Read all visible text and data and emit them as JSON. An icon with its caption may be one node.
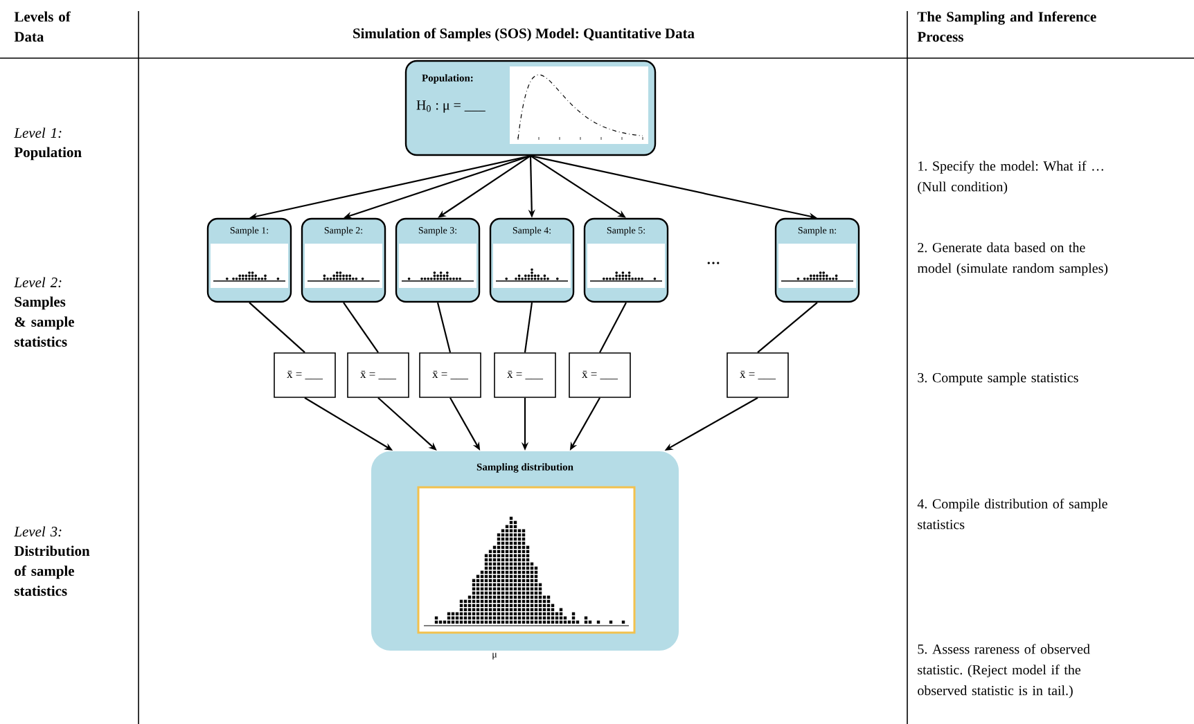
{
  "diagram": {
    "title": "Simulation of Samples (SOS) Model: Quantitative Data",
    "nodes": [
      {
        "text": [
          "Population:",
          "H$_{0}$ : μ = ___"
        ]
      },
      {
        "text": [
          "Sample 1:"
        ]
      },
      {
        "text": [
          "Sample 2:"
        ]
      },
      {
        "text": [
          "Sample 3:"
        ]
      },
      {
        "text": [
          "Sample 4:"
        ]
      },
      {
        "text": [
          "Sample 5:"
        ]
      },
      {
        "text": [
          "Sample n:"
        ]
      },
      {
        "text": [
          "x̄ = ___"
        ]
      },
      {
        "text": [
          "x̄ = ___"
        ]
      },
      {
        "text": [
          "x̄ = ___"
        ]
      },
      {
        "text": [
          "x̄ = ___"
        ]
      },
      {
        "text": [
          "x̄ = ___"
        ]
      },
      {
        "text": [
          "x̄ = ___"
        ]
      },
      {
        "text": [
          "Sampling distribution"
        ],
        "beside": [
          "μ"
        ]
      }
    ],
    "edges": [
      {
        "from": 0,
        "to": 1,
        "arrow": "to"
      },
      {
        "from": 0,
        "to": 2,
        "arrow": "to"
      },
      {
        "from": 0,
        "to": 3,
        "arrow": "to"
      },
      {
        "from": 0,
        "to": 4,
        "arrow": "to"
      },
      {
        "from": 0,
        "to": 5,
        "arrow": "to"
      },
      {
        "from": 0,
        "to": 6,
        "arrow": "to"
      },
      {
        "from": 1,
        "to": 7,
        "arrow": "none"
      },
      {
        "from": 2,
        "to": 8,
        "arrow": "none"
      },
      {
        "from": 3,
        "to": 9,
        "arrow": "none"
      },
      {
        "from": 4,
        "to": 10,
        "arrow": "none"
      },
      {
        "from": 5,
        "to": 11,
        "arrow": "none"
      },
      {
        "from": 6,
        "to": 12,
        "arrow": "none"
      },
      {
        "from": 7,
        "to": 13,
        "arrow": "to"
      },
      {
        "from": 8,
        "to": 13,
        "arrow": "to"
      },
      {
        "from": 9,
        "to": 13,
        "arrow": "to"
      },
      {
        "from": 10,
        "to": 13,
        "arrow": "to"
      },
      {
        "from": 11,
        "to": 13,
        "arrow": "to"
      },
      {
        "from": 12,
        "to": 13,
        "arrow": "to"
      }
    ],
    "labels": [
      "Levels of Data",
      "The Sampling and Inference Process",
      "Level 1:",
      "Population",
      "1. Specify the model: What if … (Null condition)",
      "…",
      "Level 2:",
      "Samples & sample statistics",
      "2. Generate data based on the model (simulate random samples)",
      "3. Compute sample statistics",
      "Level 3:",
      "Distribution of sample statistics",
      "4. Compile distribution of sample statistics",
      "5. Assess rareness of observed statistic. (Reject model if the observed statistic is in tail.)"
    ]
  }
}
